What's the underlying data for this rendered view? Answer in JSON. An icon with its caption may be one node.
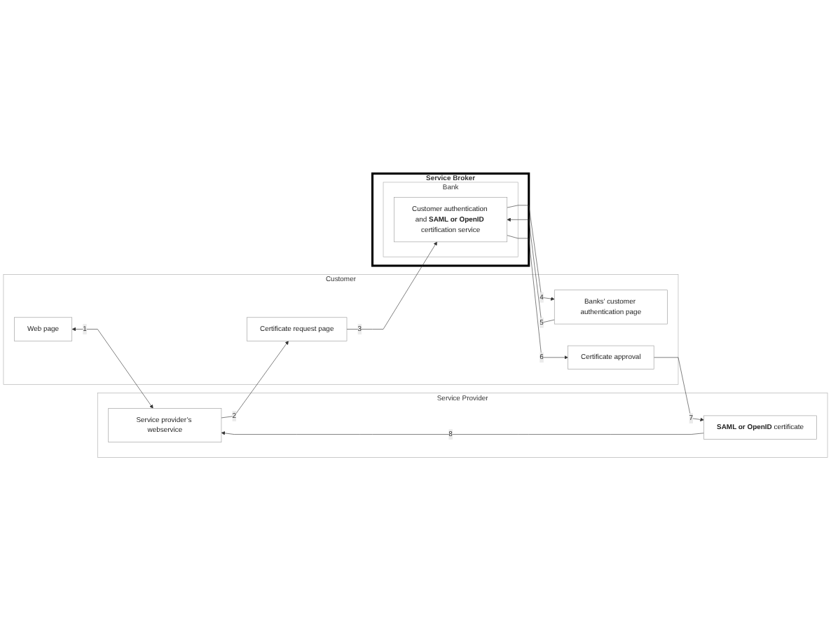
{
  "diagram": {
    "nodes": [
      {
        "text": [
          "Customer"
        ]
      },
      {
        "text": [
          "Web page"
        ],
        "in": 0
      },
      {
        "text": [
          "Certificate request page"
        ],
        "in": 0
      },
      {
        "text": [
          "Banks’ customer authentication page"
        ],
        "in": 0
      },
      {
        "text": [
          "Certificate approval"
        ],
        "in": 0
      },
      {
        "text": [
          "Service Broker"
        ]
      },
      {
        "text": [
          "Bank"
        ],
        "in": 5
      },
      {
        "text": [
          "Customer authentication and **SAML or OpenID** certification service"
        ],
        "in": 6
      },
      {
        "text": [
          "Service Provider"
        ]
      },
      {
        "text": [
          "Service provider’s webservice"
        ],
        "in": 8
      },
      {
        "text": [
          "**SAML or OpenID** certificate"
        ],
        "in": 8
      }
    ],
    "edges": [
      {
        "from": 1,
        "to": 9,
        "arrow": "both",
        "label": "1"
      },
      {
        "from": 9,
        "to": 2,
        "arrow": "to",
        "label": "2"
      },
      {
        "from": 2,
        "to": 7,
        "arrow": "to",
        "label": "3"
      },
      {
        "from": 7,
        "to": 3,
        "arrow": "to",
        "label": "4"
      },
      {
        "from": 3,
        "to": 7,
        "arrow": "to",
        "label": "5"
      },
      {
        "from": 7,
        "to": 4,
        "arrow": "to",
        "label": "6"
      },
      {
        "from": 4,
        "to": 10,
        "arrow": "to",
        "label": "7"
      },
      {
        "from": 10,
        "to": 9,
        "arrow": "to",
        "label": "8"
      }
    ]
  }
}
